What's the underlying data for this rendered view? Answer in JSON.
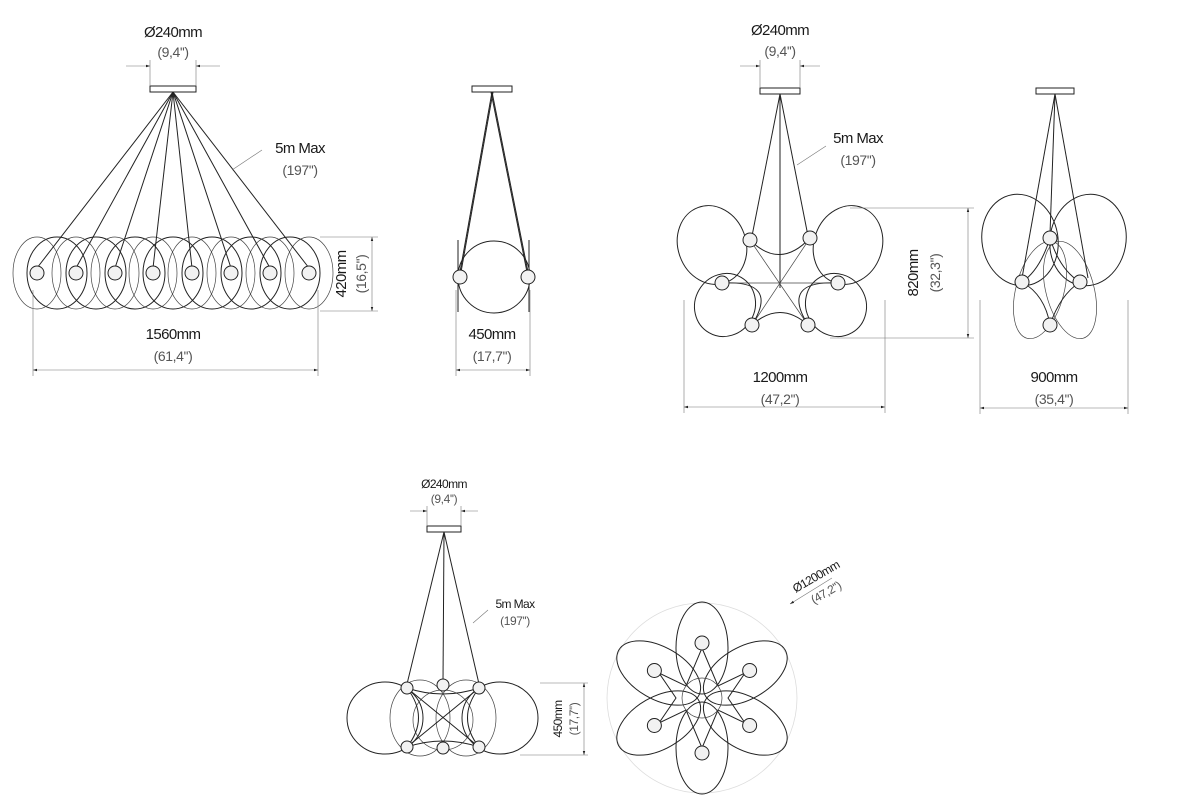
{
  "views": {
    "linear_side": {
      "canopy_diameter": "Ø240mm",
      "canopy_diameter_in": "(9,4'')",
      "cable": "5m Max",
      "cable_in": "(197'')",
      "height": "420mm",
      "height_in": "(16,5'')",
      "width": "1560mm",
      "width_in": "(61,4'')"
    },
    "linear_end": {
      "width": "450mm",
      "width_in": "(17,7'')"
    },
    "star_front": {
      "canopy_diameter": "Ø240mm",
      "canopy_diameter_in": "(9,4'')",
      "cable": "5m Max",
      "cable_in": "(197'')",
      "height": "820mm",
      "height_in": "(32,3'')",
      "width": "1200mm",
      "width_in": "(47,2'')"
    },
    "star_side": {
      "width": "900mm",
      "width_in": "(35,4'')"
    },
    "ring_side": {
      "canopy_diameter": "Ø240mm",
      "canopy_diameter_in": "(9,4'')",
      "cable": "5m Max",
      "cable_in": "(197'')",
      "height": "450mm",
      "height_in": "(17,7'')"
    },
    "ring_top": {
      "diameter": "Ø1200mm",
      "diameter_in": "(47,2'')"
    }
  }
}
